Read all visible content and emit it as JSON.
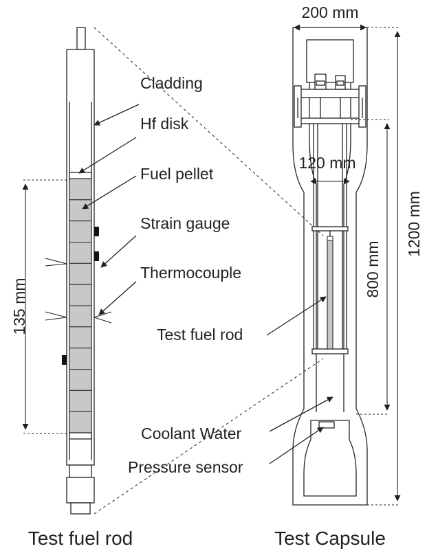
{
  "labels": {
    "cladding": "Cladding",
    "hf_disk": "Hf disk",
    "fuel_pellet": "Fuel pellet",
    "strain_gauge": "Strain gauge",
    "thermocouple": "Thermocouple",
    "test_fuel_rod_label": "Test fuel rod",
    "coolant_water": "Coolant Water",
    "pressure_sensor": "Pressure sensor"
  },
  "dimensions": {
    "rod_length": "135 mm",
    "capsule_width": "200 mm",
    "inner_width": "120 mm",
    "inner_height": "800 mm",
    "capsule_height": "1200 mm"
  },
  "captions": {
    "left": "Test fuel rod",
    "right": "Test Capsule"
  },
  "colors": {
    "line": "#222222",
    "pellet_fill": "#c8c8c8",
    "gauge_fill": "#111111"
  }
}
